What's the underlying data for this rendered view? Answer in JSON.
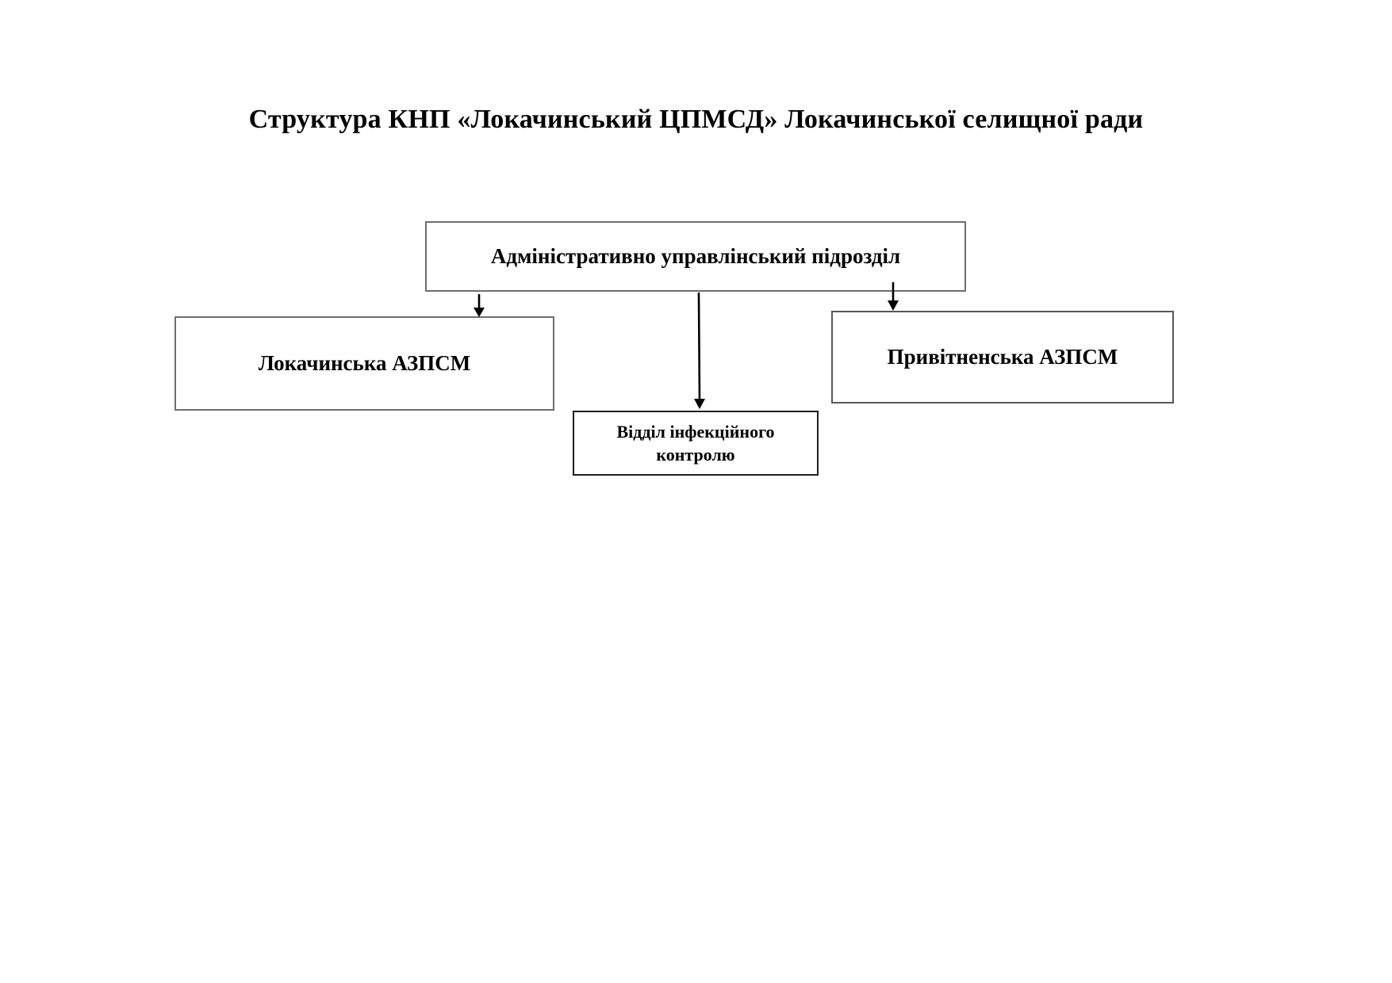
{
  "title": "Структура КНП «Локачинський ЦПМСД» Локачинської селищної ради",
  "org_chart": {
    "type": "org-tree",
    "root": {
      "label": "Адміністративно управлінський підрозділ"
    },
    "children": [
      {
        "label": "Локачинська АЗПСМ"
      },
      {
        "label": "Відділ інфекційного контролю"
      },
      {
        "label": "Привітненська АЗПСМ"
      }
    ],
    "connections": [
      "root -> Локачинська АЗПСМ",
      "root -> Відділ інфекційного контролю",
      "root -> Привітненська АЗПСМ"
    ]
  },
  "colors": {
    "background": "#ffffff",
    "text": "#000000",
    "box_border_gray": "#6e6e6e",
    "box_border_medium": "#595959",
    "box_border_dark": "#1f1f1f",
    "arrow": "#000000"
  }
}
